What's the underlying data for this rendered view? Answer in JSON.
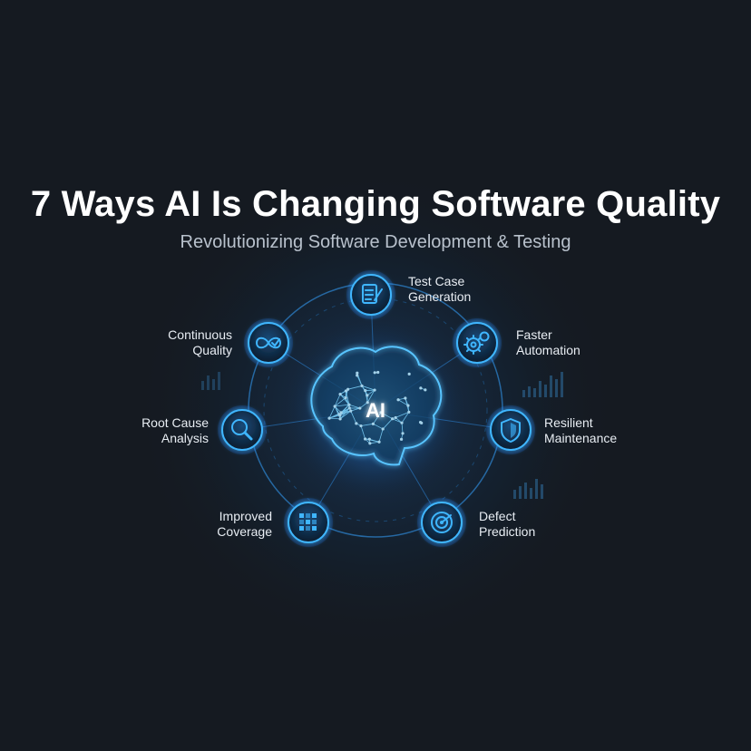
{
  "title": "7 Ways AI Is Changing Software Quality",
  "subtitle": "Revolutionizing Software Development & Testing",
  "center_label": "AI",
  "colors": {
    "background": "#151a21",
    "accent": "#3fb6ff",
    "glow": "#1e6fff",
    "node_fill": "#0d2237"
  },
  "nodes": [
    {
      "name": "test-case-generation",
      "icon": "document-pen-icon",
      "line1": "Test Case",
      "line2": "Generation"
    },
    {
      "name": "faster-automation",
      "icon": "gears-icon",
      "line1": "Faster",
      "line2": "Automation"
    },
    {
      "name": "resilient-maintenance",
      "icon": "shield-icon",
      "line1": "Resilient",
      "line2": "Maintenance"
    },
    {
      "name": "defect-prediction",
      "icon": "radar-icon",
      "line1": "Defect",
      "line2": "Prediction"
    },
    {
      "name": "improved-coverage",
      "icon": "grid-icon",
      "line1": "Improved",
      "line2": "Coverage"
    },
    {
      "name": "root-cause-analysis",
      "icon": "magnifier-icon",
      "line1": "Root Cause",
      "line2": "Analysis"
    },
    {
      "name": "continuous-quality",
      "icon": "infinity-check-icon",
      "line1": "Continuous",
      "line2": "Quality"
    }
  ]
}
